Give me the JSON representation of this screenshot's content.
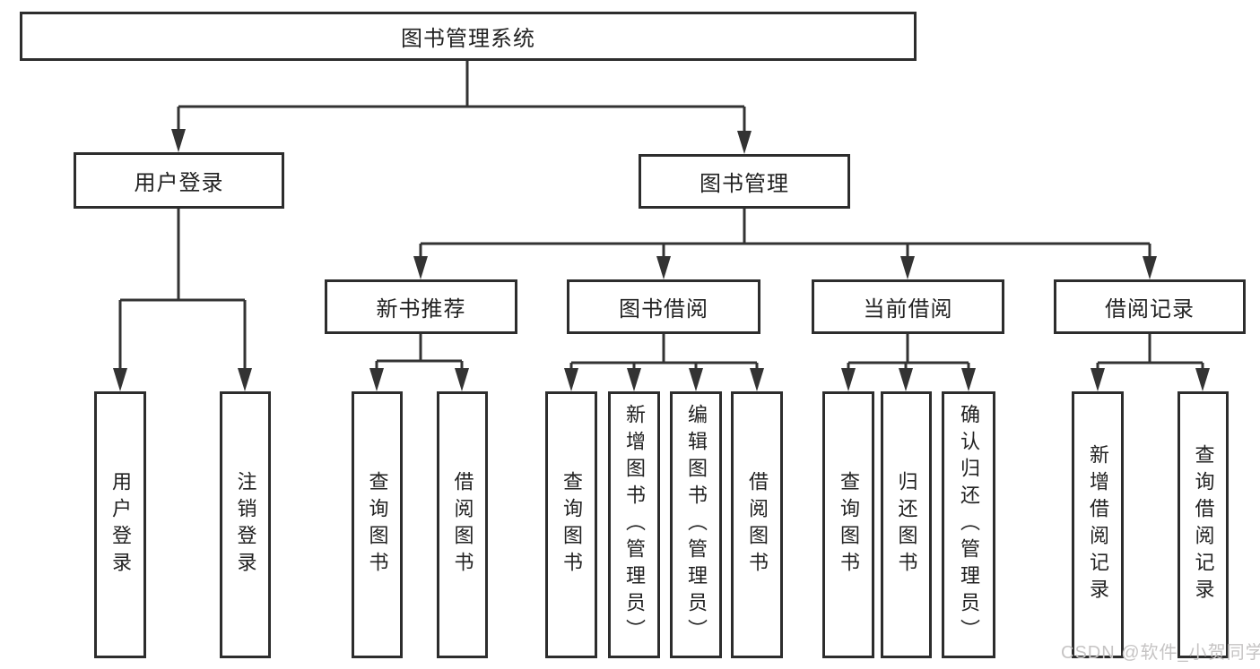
{
  "diagram": {
    "root": "图书管理系统",
    "branches": [
      {
        "label": "用户登录",
        "children": [
          {
            "label": "用户登录"
          },
          {
            "label": "注销登录"
          }
        ]
      },
      {
        "label": "图书管理",
        "sections": [
          {
            "label": "新书推荐",
            "children": [
              {
                "label": "查询图书"
              },
              {
                "label": "借阅图书"
              }
            ]
          },
          {
            "label": "图书借阅",
            "children": [
              {
                "label": "查询图书"
              },
              {
                "label": "新增图书（管理员）"
              },
              {
                "label": "编辑图书（管理员）"
              },
              {
                "label": "借阅图书"
              }
            ]
          },
          {
            "label": "当前借阅",
            "children": [
              {
                "label": "查询图书"
              },
              {
                "label": "归还图书"
              },
              {
                "label": "确认归还（管理员）"
              }
            ]
          },
          {
            "label": "借阅记录",
            "children": [
              {
                "label": "新增借阅记录"
              },
              {
                "label": "查询借阅记录"
              }
            ]
          }
        ]
      }
    ]
  },
  "watermark": "CSDN @软件_小贺同学",
  "colors": {
    "line": "#333333",
    "box_border": "#2d2d2d",
    "box_bg": "#ffffff",
    "text": "#222222",
    "watermark": "#c6c4c4"
  }
}
